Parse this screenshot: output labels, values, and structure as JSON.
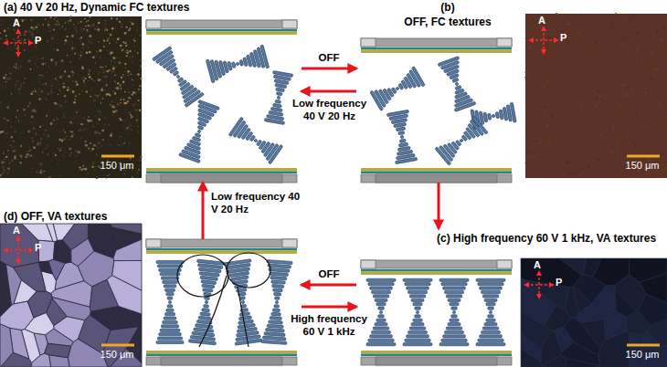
{
  "diagram": {
    "nodes": [
      {
        "text": [
          "(a) 40 V 20 Hz, Dynamic FC textures"
        ]
      },
      {
        "text": [
          "(b)",
          "OFF, FC textures"
        ]
      },
      {
        "text": [
          "(d) OFF, VA textures"
        ]
      },
      {
        "text": [
          "(c) High frequency 60 V 1 kHz, VA textures"
        ]
      }
    ],
    "edges": [
      {
        "from": 0,
        "to": 1,
        "arrow": "to",
        "label": "OFF"
      },
      {
        "from": 1,
        "to": 0,
        "arrow": "to",
        "label": "Low frequency 40 V 20 Hz"
      },
      {
        "from": 1,
        "to": 3,
        "arrow": "to"
      },
      {
        "from": 3,
        "to": 2,
        "arrow": "to",
        "label": "OFF"
      },
      {
        "from": 2,
        "to": 3,
        "arrow": "to",
        "label": "High frequency 60 V 1 kHz"
      },
      {
        "from": 2,
        "to": 0,
        "arrow": "to",
        "label": "Low frequency 40 V 20 Hz"
      }
    ],
    "labels": [
      "A",
      "P",
      "150 μm",
      "A",
      "P",
      "150 μm",
      "A",
      "P",
      "150 μm",
      "A",
      "P",
      "150 μm"
    ]
  }
}
